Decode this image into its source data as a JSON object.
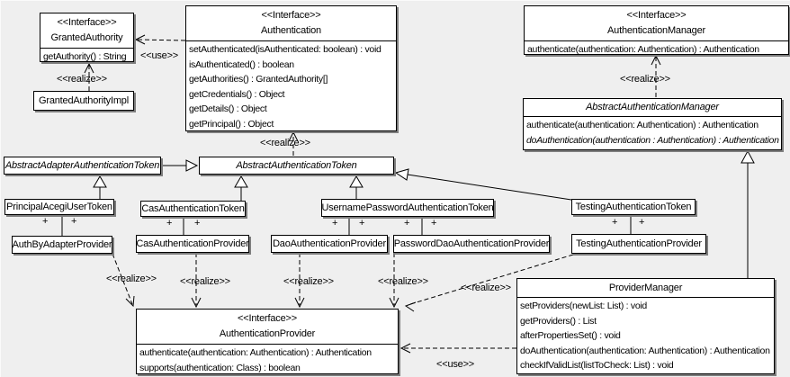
{
  "stereotypes": {
    "interface": "<<Interface>>",
    "realize": "<<realize>>",
    "use": "<<use>>",
    "plus": "+"
  },
  "colors": {
    "background": "#efefef",
    "box_fill": "#ffffff",
    "line": "#000000",
    "shadow": "#7e7e7e"
  },
  "classes": {
    "granted_authority": {
      "stereotype": "<<Interface>>",
      "name": "GrantedAuthority",
      "methods": [
        "getAuthority() : String"
      ]
    },
    "granted_authority_impl": {
      "name": "GrantedAuthorityImpl"
    },
    "authentication": {
      "stereotype": "<<Interface>>",
      "name": "Authentication",
      "methods": [
        "setAuthenticated(isAuthenticated: boolean) : void",
        "isAuthenticated() : boolean",
        "getAuthorities() : GrantedAuthority[]",
        "getCredentials() : Object",
        "getDetails() : Object",
        "getPrincipal() : Object"
      ]
    },
    "authentication_manager": {
      "stereotype": "<<Interface>>",
      "name": "AuthenticationManager",
      "methods": [
        "authenticate(authentication: Authentication) : Authentication"
      ]
    },
    "abstract_authentication_manager": {
      "name": "AbstractAuthenticationManager",
      "methods": [
        "authenticate(authentication: Authentication) : Authentication",
        "doAuthentication(authentication : Authentication) : Authentication"
      ]
    },
    "abstract_adapter_authentication_token": {
      "name": "AbstractAdapterAuthenticationToken"
    },
    "abstract_authentication_token": {
      "name": "AbstractAuthenticationToken"
    },
    "principal_acegi_user_token": {
      "name": "PrincipalAcegiUserToken"
    },
    "cas_authentication_token": {
      "name": "CasAuthenticationToken"
    },
    "username_password_authentication_token": {
      "name": "UsernamePasswordAuthenticationToken"
    },
    "testing_authentication_token": {
      "name": "TestingAuthenticationToken"
    },
    "auth_by_adapter_provider": {
      "name": "AuthByAdapterProvider"
    },
    "cas_authentication_provider": {
      "name": "CasAuthenticationProvider"
    },
    "dao_authentication_provider": {
      "name": "DaoAuthenticationProvider"
    },
    "password_dao_authentication_provider": {
      "name": "PasswordDaoAuthenticationProvider"
    },
    "testing_authentication_provider": {
      "name": "TestingAuthenticationProvider"
    },
    "authentication_provider": {
      "stereotype": "<<Interface>>",
      "name": "AuthenticationProvider",
      "methods": [
        "authenticate(authentication: Authentication) : Authentication",
        "supports(authentication: Class) : boolean"
      ]
    },
    "provider_manager": {
      "name": "ProviderManager",
      "methods": [
        "setProviders(newList: List) : void",
        "getProviders() : List",
        "afterPropertiesSet() : void",
        "doAuthentication(authentication: Authentication) : Authentication",
        "checkIfValidList(listToCheck: List) : void"
      ]
    }
  }
}
